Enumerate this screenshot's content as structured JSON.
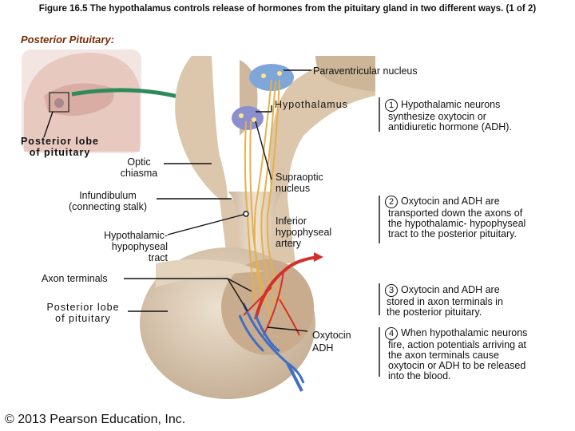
{
  "title": "Figure 16.5 The hypothalamus controls release of hormones from the pituitary gland in two different ways. (1 of 2)",
  "section_heading": "Posterior Pituitary:",
  "labels": {
    "paraventricular": "Paraventricular nucleus",
    "hypothalamus": "Hypothalamus",
    "posterior_lobe_top": [
      "Posterior lobe",
      "of pituitary"
    ],
    "optic_chiasma": [
      "Optic",
      "chiasma"
    ],
    "supraoptic": [
      "Supraoptic",
      "nucleus"
    ],
    "infundibulum": [
      "Infundibulum",
      "(connecting stalk)"
    ],
    "inferior_artery": [
      "Inferior",
      "hypophyseal",
      "artery"
    ],
    "tract": [
      "Hypothalamic-",
      "hypophyseal",
      "tract"
    ],
    "axon_terminals": "Axon terminals",
    "posterior_lobe_bottom": [
      "Posterior lobe",
      "of pituitary"
    ],
    "oxytocin": "Oxytocin",
    "adh": "ADH"
  },
  "steps": [
    {
      "num": "1",
      "lines": [
        "Hypothalamic neurons",
        "synthesize oxytocin or",
        "antidiuretic hormone (ADH)."
      ]
    },
    {
      "num": "2",
      "lines": [
        "Oxytocin and ADH are",
        "transported down the axons of",
        "the hypothalamic- hypophyseal",
        "tract to the posterior pituitary."
      ]
    },
    {
      "num": "3",
      "lines": [
        "Oxytocin and ADH are",
        "stored in axon terminals in",
        "the posterior pituitary."
      ]
    },
    {
      "num": "4",
      "lines": [
        "When hypothalamic neurons",
        "fire, action potentials arriving at",
        "the axon terminals cause",
        "oxytocin or ADH to be released",
        "into the blood."
      ]
    }
  ],
  "copyright": "© 2013 Pearson Education, Inc.",
  "colors": {
    "section": "#7a2a06",
    "tissue": "#dcc7ad",
    "artery": "#d3302a",
    "vein": "#3f6fc4",
    "axon": "#e6b04a",
    "nucleus": "#7fa6d8",
    "arrow": "#2e8a5a"
  }
}
